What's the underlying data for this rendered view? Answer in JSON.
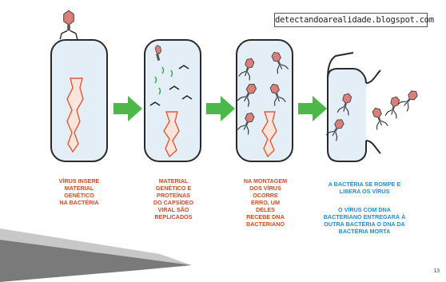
{
  "watermark": "detectandoarealidade.blogspot.com",
  "captions": {
    "step1": [
      "VÍRUS INSERE",
      "MATERIAL",
      "GENÉTICO",
      "NA BACTÉRIA"
    ],
    "step2": [
      "MATERIAL",
      "GENÉTICO E",
      "PROTEÍNAS",
      "DO CAPSÍDEO",
      "VIRAL SÃO",
      "REPLICADOS"
    ],
    "step3": [
      "NA MONTAGEM",
      "DOS VÍRUS",
      "OCORRE",
      "ERRO, UM",
      "DELES",
      "RECEBE DNA",
      "BACTERIANO"
    ],
    "step4a": [
      "A BACTÉRIA SE ROMPE E",
      "LIBERA OS VÍRUS"
    ],
    "step4b": [
      "O VÍRUS COM DNA",
      "BACTERIANO ENTREGARÁ À",
      "OUTRA BACTÉRIA O DNA DA",
      "BACTÉRIA MORTA"
    ]
  },
  "slide_number": "13",
  "colors": {
    "cell_fill": "#e3eef7",
    "cell_stroke": "#2a2a2a",
    "arrow": "#4cb84a",
    "dna": "#e05a34",
    "virus": "#d98078",
    "caption_orange": "#d24a1e",
    "caption_blue": "#1d8fd0"
  }
}
